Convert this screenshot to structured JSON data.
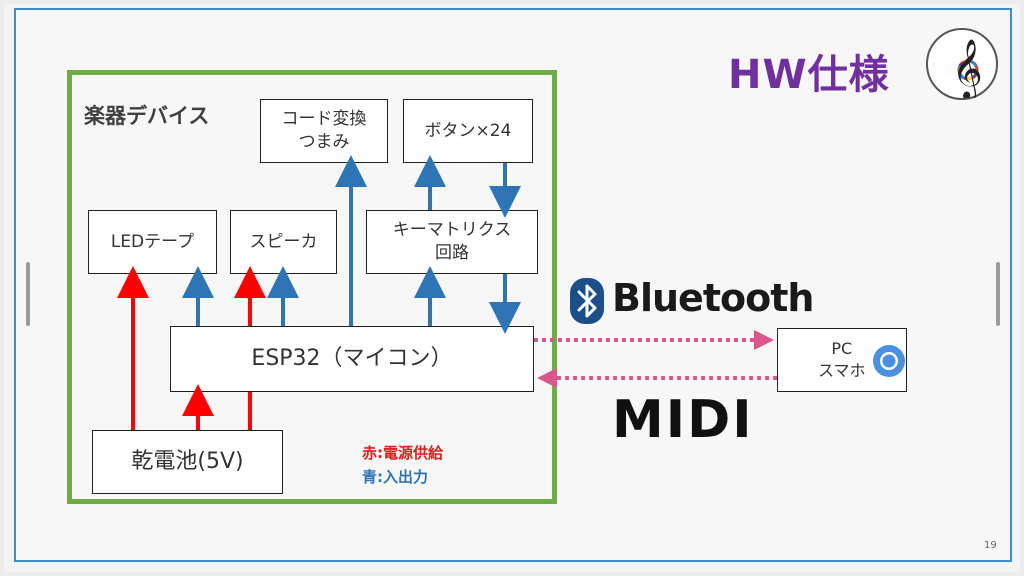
{
  "slide": {
    "title": "HW仕様",
    "page_number": "19"
  },
  "device": {
    "label": "楽器デバイス",
    "boxes": {
      "code_knob": "コード変換\nつまみ",
      "buttons": "ボタン×24",
      "led_tape": "LEDテープ",
      "speaker": "スピーカ",
      "key_matrix": "キーマトリクス\n回路",
      "esp32": "ESP32（マイコン）",
      "battery": "乾電池(5V)"
    }
  },
  "external": {
    "pc_phone": "PC\nスマホ",
    "bluetooth": "Bluetooth",
    "midi": "MIDI"
  },
  "legend": {
    "red": "赤:電源供給",
    "blue": "青:入出力"
  },
  "colors": {
    "power": "#ff0000",
    "io": "#2e75b6",
    "wireless": "#d9578a",
    "device_frame": "#70ad47",
    "title": "#7030a0"
  }
}
